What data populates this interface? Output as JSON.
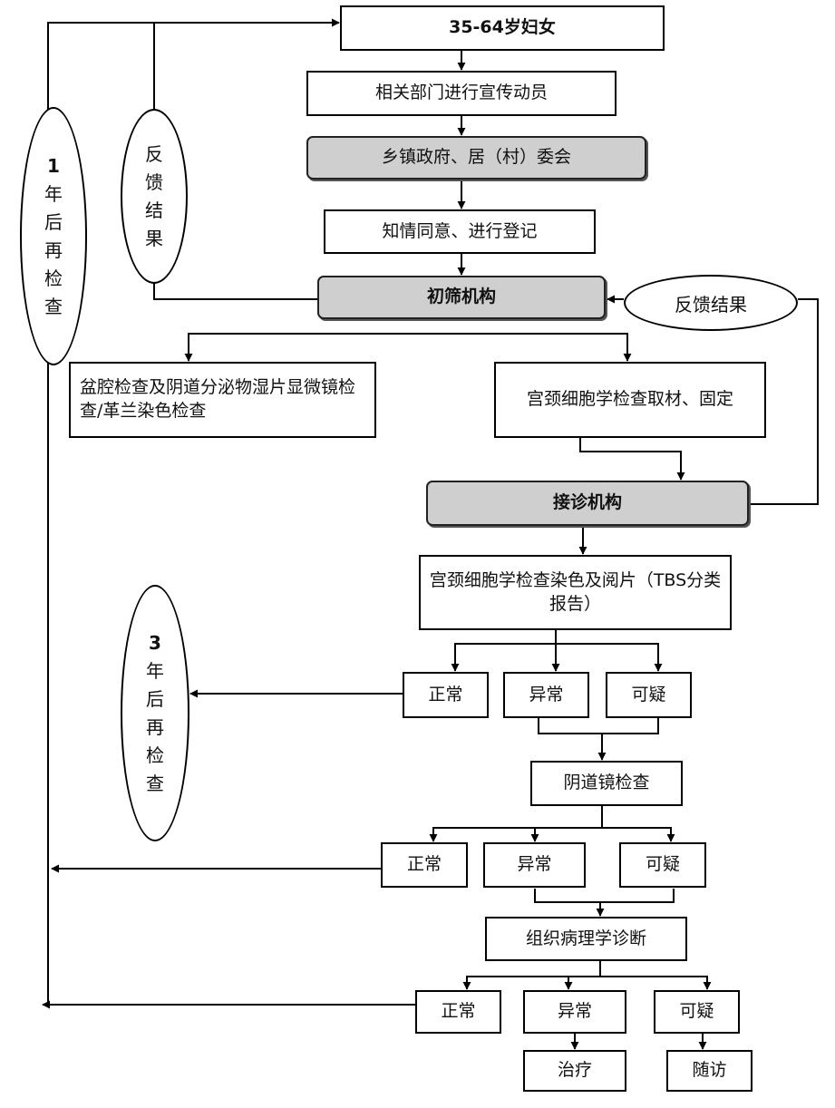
{
  "nodes": {
    "women": "35-64岁妇女",
    "publicity": "相关部门进行宣传动员",
    "township": "乡镇政府、居（村）委会",
    "consent": "知情同意、进行登记",
    "primary": "初筛机构",
    "pelvic": "盆腔检查及阴道分泌物湿片显微镜检查/革兰染色检查",
    "sampling": "宫颈细胞学检查取材、固定",
    "referral": "接诊机构",
    "cytology": "宫颈细胞学检查染色及阅片（TBS分类报告）",
    "colposcopy": "阴道镜检查",
    "histology": "组织病理学诊断",
    "treatment": "治疗",
    "followup": "随访"
  },
  "results": {
    "normal": "正常",
    "abnormal": "异常",
    "suspicious": "可疑"
  },
  "ellipses": {
    "one_year": [
      "1",
      "年",
      "后",
      "再",
      "检",
      "查"
    ],
    "feedback_vertical": [
      "反",
      "馈",
      "结",
      "果"
    ],
    "feedback_horizontal": "反馈结果",
    "three_year": [
      "3",
      "年",
      "后",
      "再",
      "检",
      "查"
    ]
  },
  "colors": {
    "line": "#000000",
    "grey_box": "#cfcfcf"
  }
}
